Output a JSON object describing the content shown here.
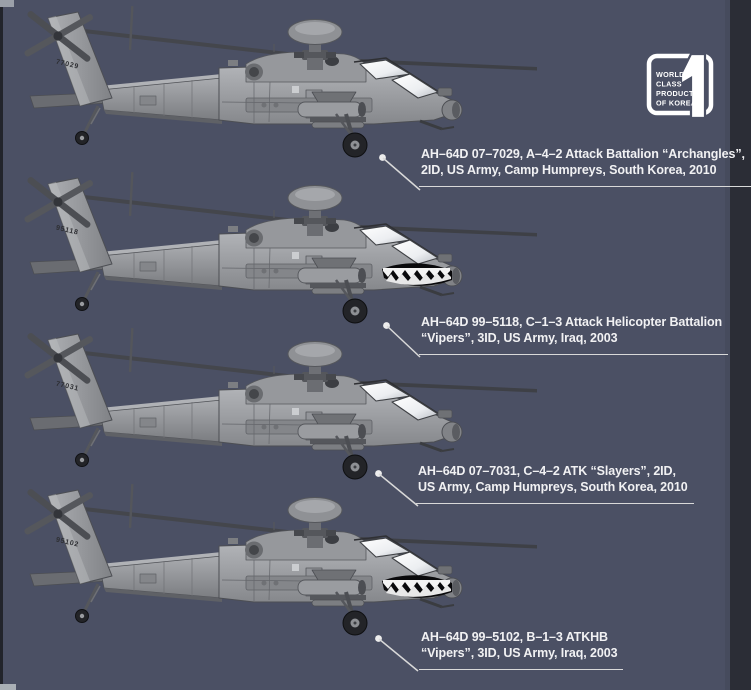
{
  "page": {
    "background": "#4b5064",
    "caption_text_color": "#f1f1f3",
    "line_color": "#d9d9d9",
    "heli_base_color": "#9b9da1"
  },
  "logo": {
    "numeral": "1",
    "lines": [
      "WORLD",
      "CLASS",
      "PRODUCT",
      "OF KOREA"
    ]
  },
  "schemes": [
    {
      "tail_number": "77029",
      "shark_mouth": false,
      "caption_line1": "AH–64D 07–7029, A–4–2 Attack Battalion “Archangles”,",
      "caption_line2": "2ID, US Army, Camp Humpreys, South Korea, 2010"
    },
    {
      "tail_number": "95118",
      "shark_mouth": true,
      "caption_line1": "AH–64D 99–5118, C–1–3 Attack Helicopter Battalion",
      "caption_line2": "“Vipers”, 3ID, US Army, Iraq, 2003"
    },
    {
      "tail_number": "77031",
      "shark_mouth": false,
      "caption_line1": "AH–64D 07–7031, C–4–2 ATK “Slayers”, 2ID,",
      "caption_line2": "US Army, Camp Humpreys, South Korea, 2010"
    },
    {
      "tail_number": "95102",
      "shark_mouth": true,
      "caption_line1": "AH–64D 99–5102, B–1–3 ATKHB",
      "caption_line2": "“Vipers”, 3ID, US Army, Iraq, 2003"
    }
  ]
}
